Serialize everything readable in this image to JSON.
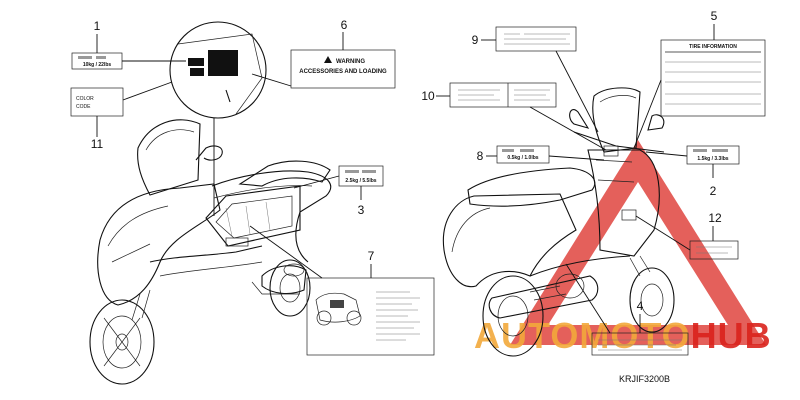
{
  "diagram": {
    "drawing_code": "KRJIF3200B",
    "callouts": [
      "1",
      "2",
      "3",
      "4",
      "5",
      "6",
      "7",
      "8",
      "9",
      "10",
      "11",
      "12"
    ],
    "labels": {
      "label1": {
        "line1": "10kg / 22lbs"
      },
      "label2": {
        "line1": "1.5kg / 3.3lbs"
      },
      "label3": {
        "line1": "2.5kg / 5.5lbs"
      },
      "label5": {
        "title": "TIRE INFORMATION"
      },
      "label6": {
        "line1": "WARNING",
        "line2": "ACCESSORIES AND LOADING"
      },
      "label8": {
        "line1": "0.5kg / 1.0lbs"
      },
      "label11": {
        "line1": "COLOR",
        "line2": "CODE"
      }
    },
    "watermark": {
      "part1": "AUTOMOTO",
      "part2": "HUB",
      "color_orange": "#f2a93b",
      "color_red": "#d9221c"
    }
  }
}
